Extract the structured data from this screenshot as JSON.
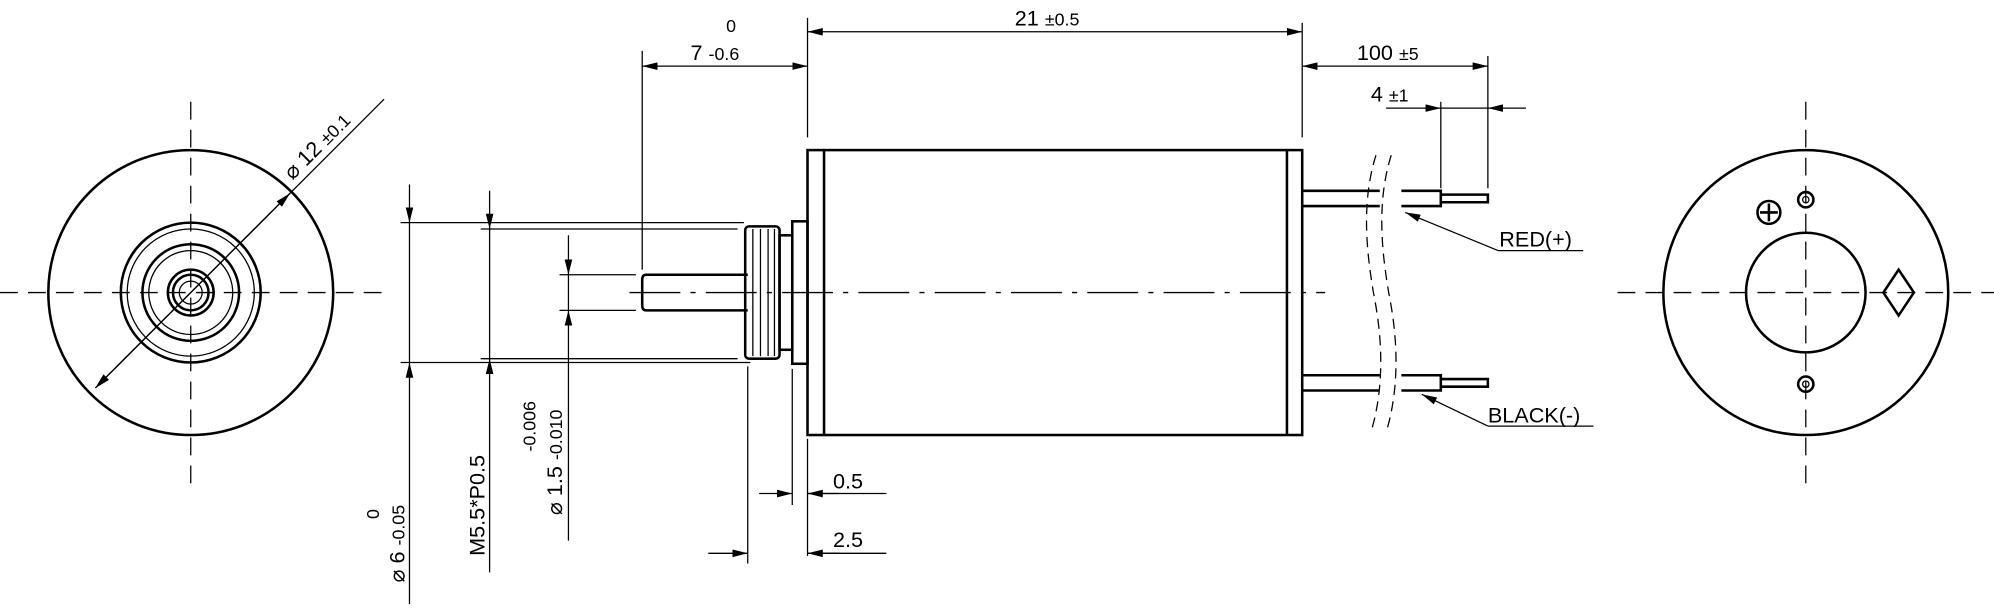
{
  "dimensions": {
    "overall_diameter": {
      "symbol": "⌀",
      "value": "12",
      "tol": "±0.1"
    },
    "body_length": {
      "value": "21",
      "tol": "±0.5"
    },
    "shaft_length": {
      "value": "7",
      "upper": "0",
      "lower": "-0.6"
    },
    "lead_length": {
      "value": "100",
      "tol": "±5"
    },
    "strip_length": {
      "value": "4",
      "tol": "±1"
    },
    "boss_diameter": {
      "symbol": "⌀",
      "value": "6",
      "upper": "0",
      "lower": "-0.05"
    },
    "thread": {
      "value": "M5.5*P0.5"
    },
    "shaft_diameter": {
      "symbol": "⌀",
      "value": "1.5",
      "upper": "-0.006",
      "lower": "-0.010"
    },
    "flange_thickness": {
      "value": "0.5"
    },
    "boss_length": {
      "value": "2.5"
    }
  },
  "leads": {
    "red": "RED(+)",
    "black": "BLACK(-)"
  },
  "symbols": {
    "plus": "plus-circle-icon",
    "diamond": "diamond-marker-icon"
  }
}
